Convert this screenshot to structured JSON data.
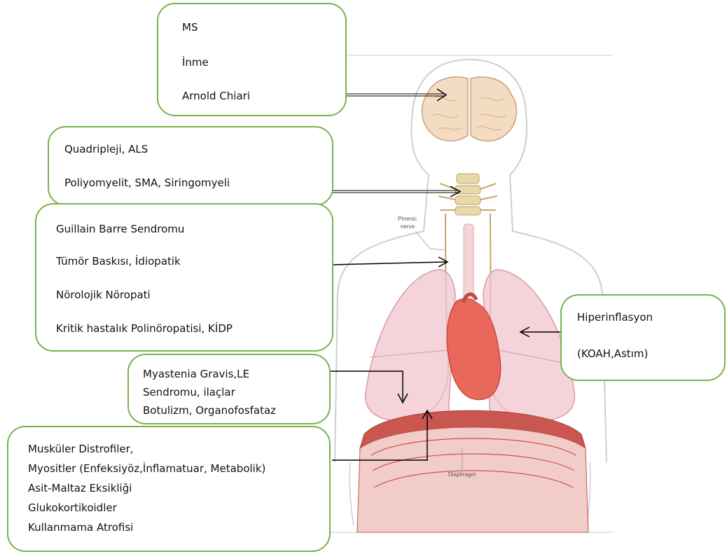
{
  "anatomy_labels": {
    "phrenic_nerve": [
      "Phrenic",
      "nerve"
    ],
    "diaphragm": "Diaphragm"
  },
  "callouts": {
    "brain": [
      "MS",
      "İnme",
      "Arnold Chiari"
    ],
    "cervical_spine": [
      "Quadripleji, ALS",
      "Poliyomyelit, SMA, Siringomyeli"
    ],
    "phrenic_nerve": [
      "Guillain Barre Sendromu",
      "Tümör Baskısı, İdiopatik",
      "Nörolojik Nöropati",
      "Kritik hastalık Polinöropatisi, KİDP"
    ],
    "lung": [
      "Hiperinflasyon",
      "(KOAH,Astım)"
    ],
    "neuromuscular_junction": [
      "Myastenia Gravis,LE",
      "Sendromu, ilaçlar",
      "Botulizm, Organofosfataz"
    ],
    "muscle": [
      "Musküler Distrofiler,",
      "Myositler (Enfeksiyöz,İnflamatuar, Metabolik)",
      "Asit-Maltaz Eksikliği",
      "Glukokortikoidler",
      "Kullanmama Atrofisi"
    ]
  },
  "colors": {
    "callout_border": "#7bb14b",
    "lung": "#f2c4cf",
    "heart": "#e8685c",
    "brain": "#f3dcc2",
    "diaphragm": "#c9564f",
    "spine": "#e9d8a8",
    "nerve": "#c9a46a"
  }
}
